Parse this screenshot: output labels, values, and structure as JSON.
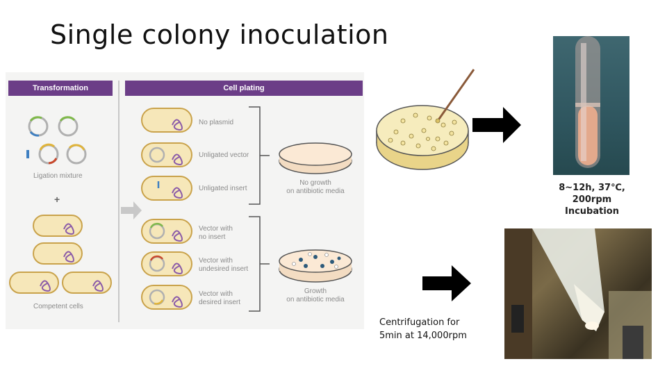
{
  "title": "Single colony inoculation",
  "figure": {
    "transformation_header": "Transformation",
    "cell_plating_header": "Cell plating",
    "ligation_label": "Ligation mixture",
    "plus_sign": "+",
    "competent_label": "Competent cells",
    "plate_labels": [
      {
        "line1": "No plasmid",
        "line2": ""
      },
      {
        "line1": "Unligated vector",
        "line2": ""
      },
      {
        "line1": "Unligated insert",
        "line2": ""
      },
      {
        "line1": "Vector with",
        "line2": "no insert"
      },
      {
        "line1": "Vector with",
        "line2": "undesired insert"
      },
      {
        "line1": "Vector with",
        "line2": "desired insert"
      }
    ],
    "no_growth": {
      "line1": "No growth",
      "line2": "on antibiotic media"
    },
    "growth": {
      "line1": "Growth",
      "line2": "on antibiotic media"
    }
  },
  "incubation": {
    "line1": "8~12h, 37℃,",
    "line2": "200rpm",
    "line3": "Incubation"
  },
  "centrifugation": {
    "line1": "Centrifugation for",
    "line2": "5min at 14,000rpm"
  },
  "colors": {
    "purple_header": "#6b3d87",
    "agar": "#f6e7b9",
    "plate_border": "#c9a24a",
    "arrow": "#000000"
  }
}
